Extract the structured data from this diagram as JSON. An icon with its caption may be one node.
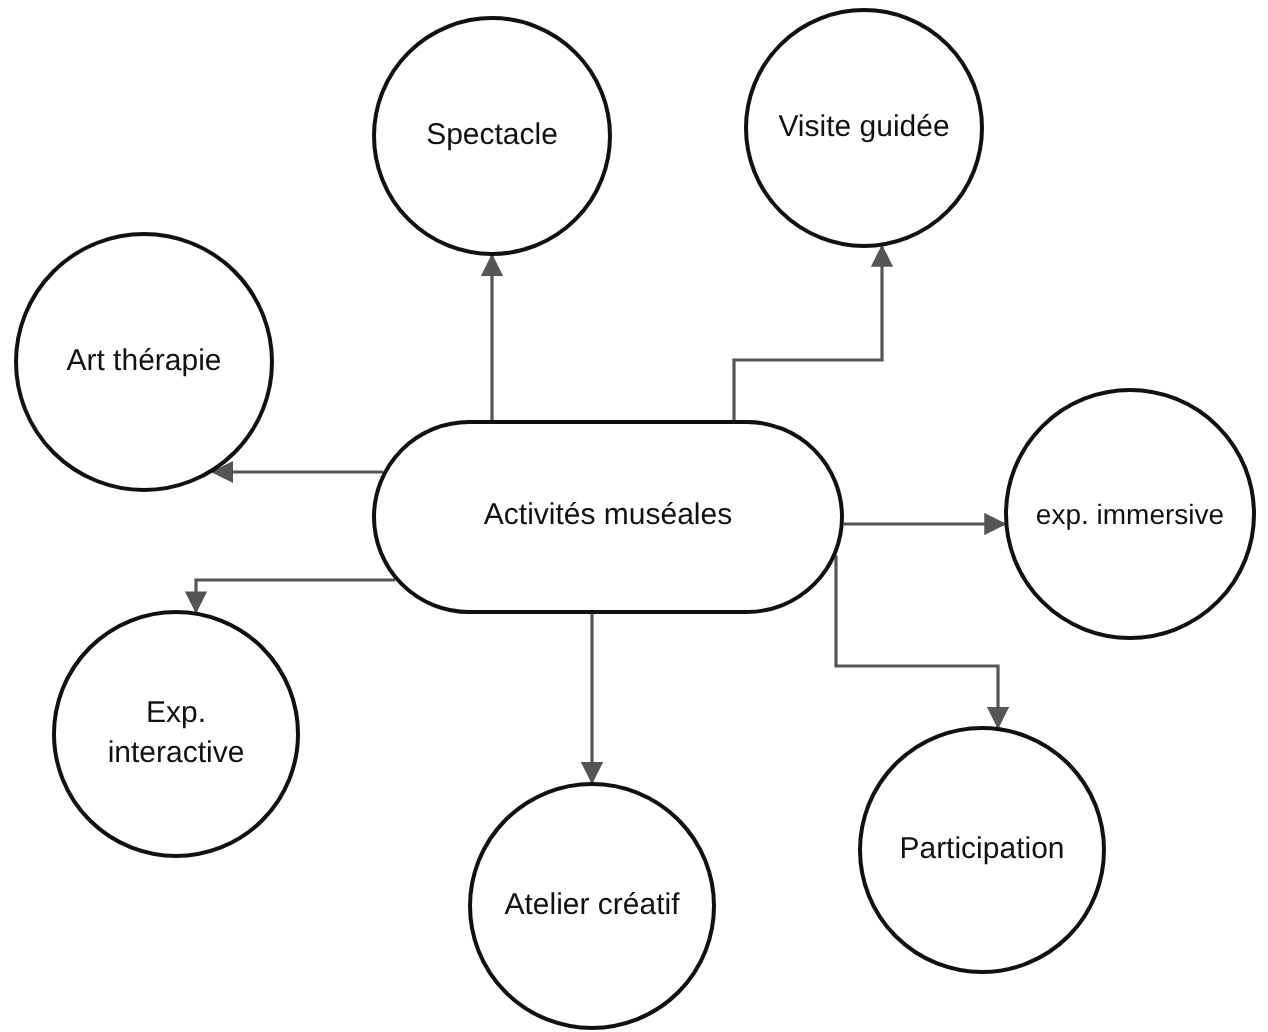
{
  "diagram": {
    "nodes": [
      {
        "text": [
          "Spectacle"
        ]
      },
      {
        "text": [
          "Visite guidée"
        ]
      },
      {
        "text": [
          "Art thérapie"
        ]
      },
      {
        "text": [
          "Activités muséales"
        ]
      },
      {
        "text": [
          "exp. immersive"
        ]
      },
      {
        "text": [
          "Exp. interactive"
        ]
      },
      {
        "text": [
          "Atelier créatif"
        ]
      },
      {
        "text": [
          "Participation"
        ]
      }
    ],
    "edges": [
      {
        "from": 3,
        "to": 0,
        "arrow": "to"
      },
      {
        "from": 3,
        "to": 1,
        "arrow": "to"
      },
      {
        "from": 3,
        "to": 2,
        "arrow": "to"
      },
      {
        "from": 3,
        "to": 4,
        "arrow": "to"
      },
      {
        "from": 3,
        "to": 5,
        "arrow": "to"
      },
      {
        "from": 3,
        "to": 6,
        "arrow": "to"
      },
      {
        "from": 3,
        "to": 7,
        "arrow": "to"
      }
    ]
  }
}
